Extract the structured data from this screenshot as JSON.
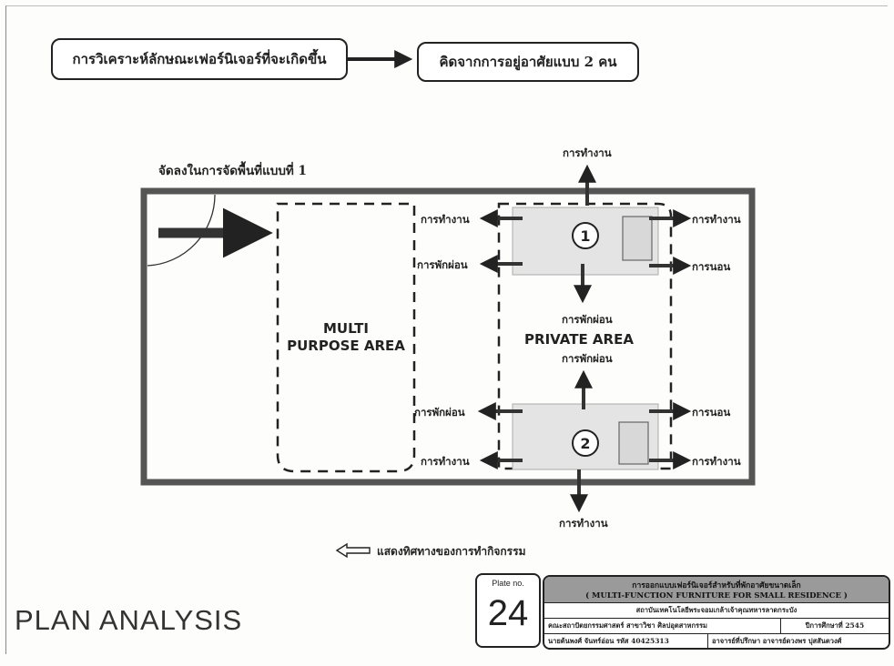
{
  "header": {
    "analysis_box": "การวิเคราะห์ลักษณะเฟอร์นิเจอร์ที่จะเกิดขึ้น",
    "result_box": "คิดจากการอยู่อาศัยแบบ 2 คน"
  },
  "diagram": {
    "layout_title": "จัดลงในการจัดพื้นที่แบบที่ 1",
    "areas": {
      "multi_line1": "MULTI",
      "multi_line2": "PURPOSE AREA",
      "private": "PRIVATE AREA"
    },
    "room_numbers": [
      "1",
      "2"
    ],
    "activity_labels": {
      "top_work": "การทำงาน",
      "r1_left_work": "การทำงาน",
      "r1_right_work": "การทำงาน",
      "r1_left_rest": "การพักผ่อน",
      "r1_right_sleep": "การนอน",
      "mid_rest_upper": "การพักผ่อน",
      "mid_rest_lower": "การพักผ่อน",
      "r2_left_rest": "การพักผ่อน",
      "r2_right_sleep": "การนอน",
      "r2_left_work": "การทำงาน",
      "r2_right_work": "การทำงาน",
      "bottom_work": "การทำงาน"
    }
  },
  "legend": {
    "text": "แสดงทิศทางของการทำกิจกรรม"
  },
  "footer": {
    "page_title": "PLAN ANALYSIS",
    "plate_label": "Plate no.",
    "plate_number": "24",
    "title_block": {
      "line1": "การออกแบบเฟอร์นิเจอร์สำหรับที่พักอาศัยขนาดเล็ก",
      "line2": "( MULTI-FUNCTION FURNITURE FOR SMALL RESIDENCE )",
      "institute": "สถาบันเทคโนโลยีพระจอมเกล้าเจ้าคุณทหารลาดกระบัง",
      "faculty": "คณะสถาปัตยกรรมศาสตร์ สาขาวิชา ศิลปอุตสาหกรรม",
      "year": "ปีการศึกษาที่ 2545",
      "student": "นายต้นพงศ์ จันทร์อ่อน รหัส 40425313",
      "advisor": "อาจารย์ที่ปรึกษา อาจารย์ดวงพร ปุสสันตวงศ์"
    }
  }
}
